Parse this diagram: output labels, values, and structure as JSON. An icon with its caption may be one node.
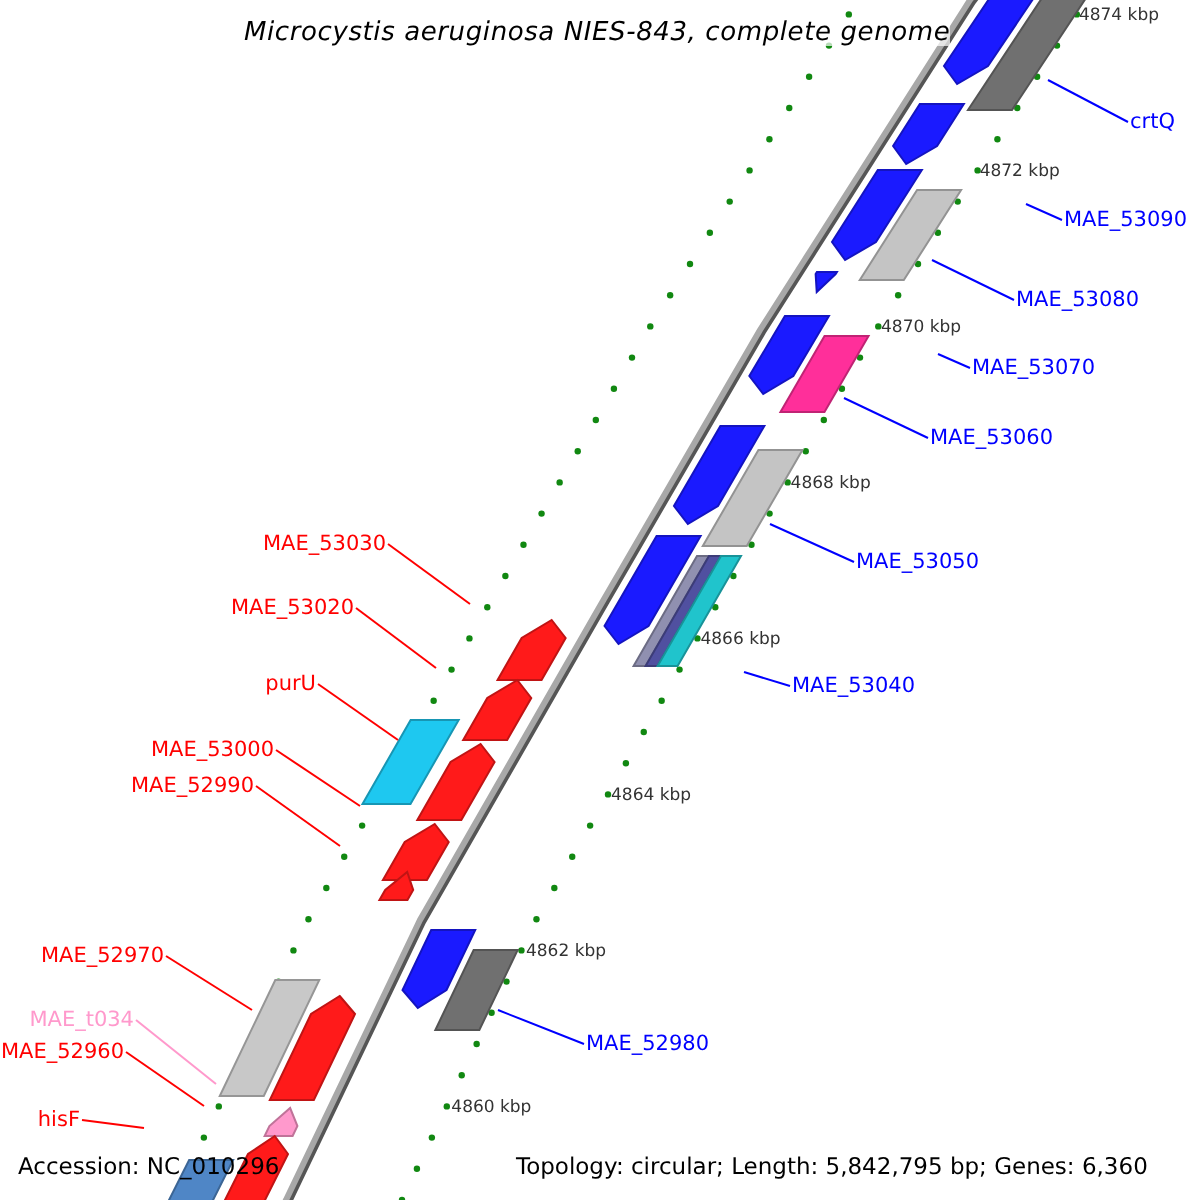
{
  "diagram": {
    "title": "Microcystis aeruginosa NIES-843, complete genome",
    "nodes": [
      {
        "text": [
          "crtQ"
        ]
      },
      {
        "text": [
          "MAE_53090"
        ]
      },
      {
        "text": [
          "MAE_53080"
        ]
      },
      {
        "text": [
          "MAE_53070"
        ]
      },
      {
        "text": [
          "MAE_53060"
        ]
      },
      {
        "text": [
          "MAE_53030"
        ]
      },
      {
        "text": [
          "MAE_53050"
        ]
      },
      {
        "text": [
          "MAE_53020"
        ]
      },
      {
        "text": [
          "MAE_53040"
        ]
      },
      {
        "text": [
          "purU"
        ]
      },
      {
        "text": [
          "MAE_53000"
        ]
      },
      {
        "text": [
          "MAE_52990"
        ]
      },
      {
        "text": [
          "MAE_52970"
        ]
      },
      {
        "text": [
          "MAE_t034"
        ]
      },
      {
        "text": [
          "MAE_52980"
        ]
      },
      {
        "text": [
          "MAE_52960"
        ]
      },
      {
        "text": [
          "hisF"
        ]
      }
    ],
    "edges": [
      {
        "from": 0,
        "to": null,
        "arrow": "none"
      },
      {
        "from": 1,
        "to": null,
        "arrow": "none"
      },
      {
        "from": 2,
        "to": null,
        "arrow": "none"
      },
      {
        "from": 3,
        "to": null,
        "arrow": "none"
      },
      {
        "from": 4,
        "to": null,
        "arrow": "none"
      },
      {
        "from": 5,
        "to": null,
        "arrow": "none",
        "color": "#ff0000"
      },
      {
        "from": 6,
        "to": null,
        "arrow": "none"
      },
      {
        "from": 7,
        "to": null,
        "arrow": "none",
        "color": "#ff0000"
      },
      {
        "from": 8,
        "to": null,
        "arrow": "none"
      },
      {
        "from": 9,
        "to": null,
        "arrow": "none",
        "color": "#ff0000"
      },
      {
        "from": 10,
        "to": null,
        "arrow": "none",
        "color": "#ff0000"
      },
      {
        "from": 11,
        "to": null,
        "arrow": "none",
        "color": "#ff0000"
      },
      {
        "from": 12,
        "to": null,
        "arrow": "none",
        "color": "#ff0000"
      },
      {
        "from": 13,
        "to": null,
        "arrow": "none",
        "color": "#ff99cc"
      },
      {
        "from": 14,
        "to": null,
        "arrow": "none"
      },
      {
        "from": 15,
        "to": null,
        "arrow": "none",
        "color": "#ff0000"
      },
      {
        "from": 16,
        "to": null,
        "arrow": "none",
        "color": "#ff0000"
      }
    ],
    "labels": [
      "4874 kbp",
      "4872 kbp",
      "4870 kbp",
      "4868 kbp",
      "4866 kbp",
      "4864 kbp",
      "4862 kbp",
      "4860 kbp",
      "Accession: NC_010296",
      "Topology: circular; Length: 5,842,795 bp; Genes: 6,360"
    ]
  }
}
